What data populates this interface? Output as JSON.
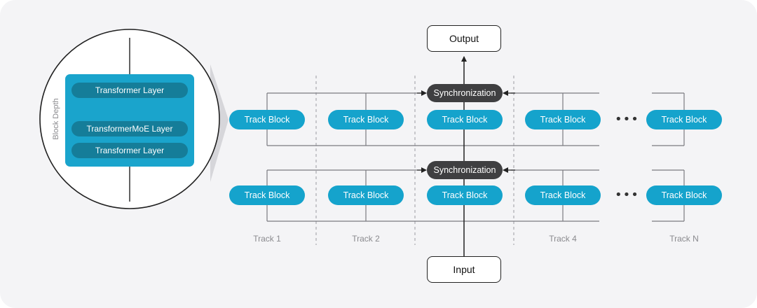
{
  "diagram": {
    "output_label": "Output",
    "input_label": "Input",
    "sync_label": "Synchronization",
    "track_block_label": "Track Block",
    "ellipsis": "•••",
    "tracks": [
      {
        "label": "Track 1"
      },
      {
        "label": "Track 2"
      },
      {
        "label": "Track 4"
      },
      {
        "label": "Track N"
      }
    ],
    "zoom": {
      "axis_label": "Block Depth",
      "layers": [
        "Transformer Layer",
        "TransformerMoE Layer",
        "Transformer Layer"
      ]
    },
    "colors": {
      "track_block": "#15a3cc",
      "sync": "#3f3f41",
      "layer": "#157d99",
      "card": "#1aa4cc"
    }
  }
}
